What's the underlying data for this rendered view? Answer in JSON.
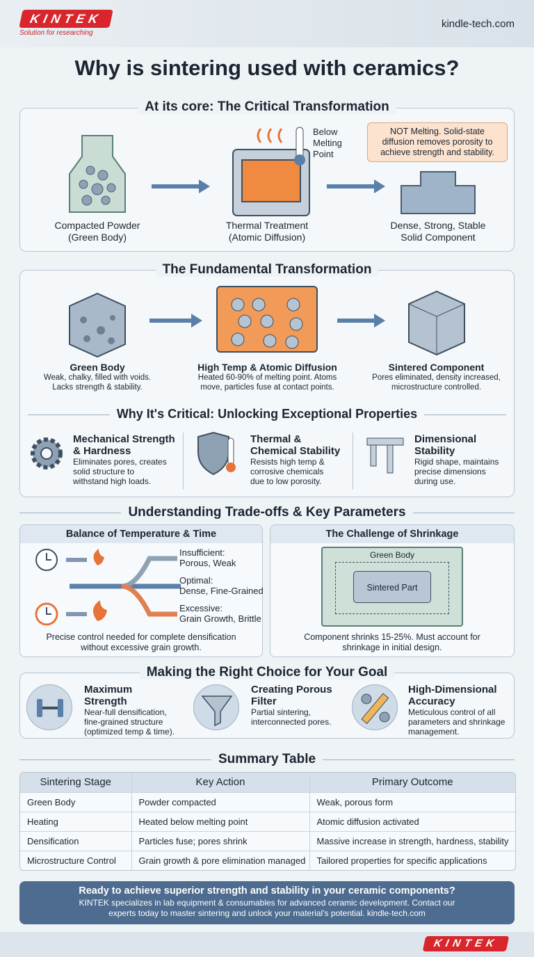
{
  "header": {
    "logo": "KINTEK",
    "slogan": "Solution for researching",
    "url": "kindle-tech.com"
  },
  "title": "Why is sintering used with ceramics?",
  "core": {
    "heading": "At its core: The Critical Transformation",
    "steps": [
      {
        "label": "Compacted Powder",
        "sub": "(Green Body)"
      },
      {
        "label": "Thermal Treatment",
        "sub": "(Atomic Diffusion)"
      },
      {
        "label": "Dense, Strong, Stable",
        "sub": "Solid Component"
      }
    ],
    "thermometer_label": [
      "Below",
      "Melting",
      "Point"
    ],
    "callout": "NOT Melting. Solid-state diffusion removes porosity to achieve strength and stability."
  },
  "fundamental": {
    "heading": "The Fundamental Transformation",
    "steps": [
      {
        "title": "Green Body",
        "desc": [
          "Weak, chalky, filled with voids.",
          "Lacks strength & stability."
        ]
      },
      {
        "title": "High Temp & Atomic Diffusion",
        "desc": [
          "Heated 60-90% of melting point. Atoms",
          "move, particles fuse at contact points."
        ]
      },
      {
        "title": "Sintered Component",
        "desc": [
          "Pores eliminated, density increased,",
          "microstructure controlled."
        ]
      }
    ]
  },
  "critical": {
    "heading": "Why It's Critical: Unlocking Exceptional Properties",
    "items": [
      {
        "icon": "gear-icon",
        "title": [
          "Mechanical Strength",
          "& Hardness"
        ],
        "desc": [
          "Eliminates pores, creates",
          "solid structure to",
          "withstand high loads."
        ]
      },
      {
        "icon": "shield-thermometer-icon",
        "title": [
          "Thermal &",
          "Chemical Stability"
        ],
        "desc": [
          "Resists high temp &",
          "corrosive chemicals",
          "due to low porosity."
        ]
      },
      {
        "icon": "caliper-icon",
        "title": [
          "Dimensional",
          "Stability"
        ],
        "desc": [
          "Rigid shape, maintains",
          "precise dimensions",
          "during use."
        ]
      }
    ]
  },
  "tradeoffs": {
    "heading": "Understanding Trade-offs & Key Parameters",
    "balance": {
      "title": "Balance of Temperature & Time",
      "outcomes": [
        {
          "label": "Insufficient:",
          "desc": "Porous, Weak"
        },
        {
          "label": "Optimal:",
          "desc": "Dense, Fine-Grained"
        },
        {
          "label": "Excessive:",
          "desc": "Grain Growth, Brittle"
        }
      ],
      "note": [
        "Precise control needed for complete densification",
        "without excessive grain growth."
      ]
    },
    "shrinkage": {
      "title": "The Challenge of Shrinkage",
      "outer": "Green Body",
      "inner": "Sintered Part",
      "note": [
        "Component shrinks 15-25%. Must account for",
        "shrinkage in initial design."
      ]
    }
  },
  "choice": {
    "heading": "Making the Right Choice for Your Goal",
    "items": [
      {
        "icon": "dumbbell-icon",
        "title": [
          "Maximum",
          "Strength"
        ],
        "desc": [
          "Near-full densification,",
          "fine-grained structure",
          "(optimized temp & time)."
        ]
      },
      {
        "icon": "funnel-icon",
        "title": [
          "Creating Porous",
          "Filter"
        ],
        "desc": [
          "Partial sintering,",
          "interconnected pores."
        ]
      },
      {
        "icon": "ruler-gears-icon",
        "title": [
          "High-Dimensional",
          "Accuracy"
        ],
        "desc": [
          "Meticulous control of all",
          "parameters and shrinkage",
          "management."
        ]
      }
    ]
  },
  "summary": {
    "heading": "Summary Table",
    "columns": [
      "Sintering Stage",
      "Key Action",
      "Primary Outcome"
    ],
    "rows": [
      [
        "Green Body",
        "Powder compacted",
        "Weak, porous form"
      ],
      [
        "Heating",
        "Heated below melting point",
        "Atomic diffusion activated"
      ],
      [
        "Densification",
        "Particles fuse; pores shrink",
        "Massive increase in strength, hardness, stability"
      ],
      [
        "Microstructure Control",
        "Grain growth & pore elimination managed",
        "Tailored properties for specific applications"
      ]
    ]
  },
  "cta": {
    "headline": "Ready to achieve superior strength and stability in your ceramic components?",
    "body": [
      "KINTEK specializes in lab equipment & consumables for advanced ceramic development. Contact our",
      "experts today to master sintering and unlock your material's potential. kindle-tech.com"
    ]
  },
  "footer": {
    "logo": "KINTEK"
  },
  "colors": {
    "accent": "#d8262c",
    "blue": "#4d6c8f",
    "orange": "#e8733a"
  }
}
